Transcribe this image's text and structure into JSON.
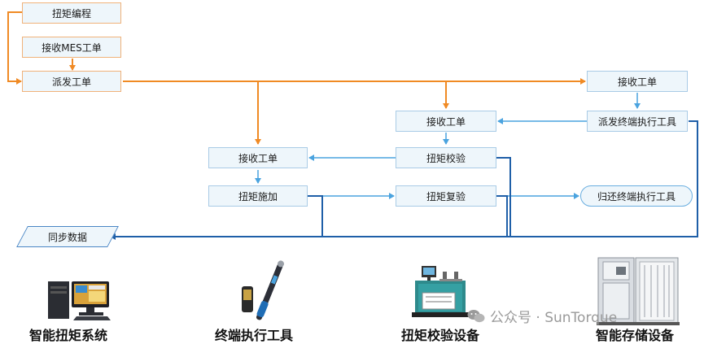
{
  "nodes": {
    "torque_programming": "扭矩编程",
    "receive_mes_order": "接收MES工单",
    "dispatch_order": "派发工单",
    "receive_order_right": "接收工单",
    "dispatch_tool": "派发终端执行工具",
    "receive_order_mid": "接收工单",
    "torque_calibration": "扭矩校验",
    "receive_order_left": "接收工单",
    "torque_application": "扭矩施加",
    "torque_recheck": "扭矩复验",
    "return_tool": "归还终端执行工具",
    "sync_data": "同步数据"
  },
  "devices": {
    "system": "智能扭矩系统",
    "tool": "终端执行工具",
    "calibration_device": "扭矩校验设备",
    "storage_device": "智能存储设备"
  },
  "watermark": "公众号 · SunTorque",
  "colors": {
    "orange_line": "#f08a24",
    "light_blue_line": "#4aa3df",
    "dark_blue_line": "#1f5fa8",
    "box_fill": "#eef6fb",
    "box_border": "#a9cbe6"
  }
}
